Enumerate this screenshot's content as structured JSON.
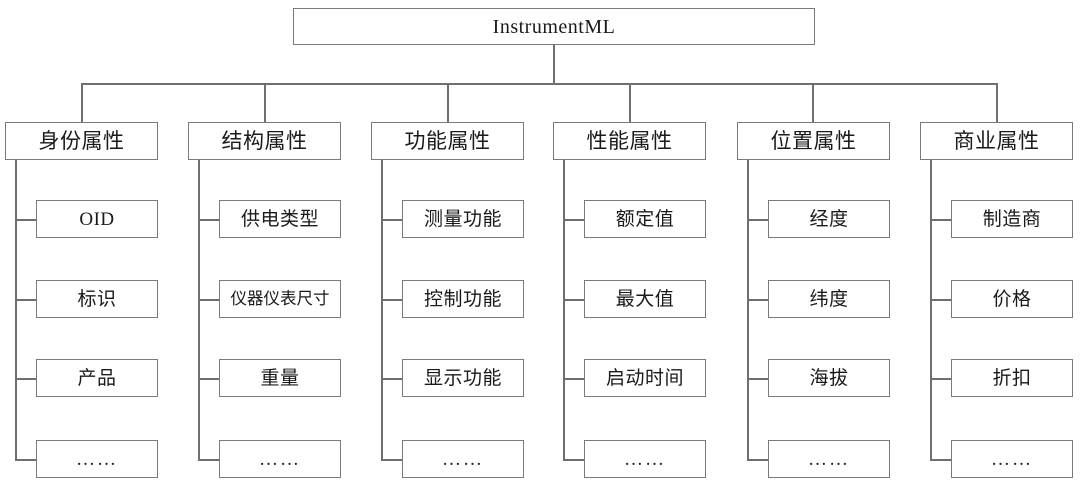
{
  "diagram": {
    "title": "InstrumentML",
    "type": "tree",
    "root": {
      "label": "InstrumentML"
    },
    "branches": [
      {
        "label": "身份属性",
        "children": [
          {
            "label": "OID"
          },
          {
            "label": "标识"
          },
          {
            "label": "产品"
          },
          {
            "label": "……"
          }
        ]
      },
      {
        "label": "结构属性",
        "children": [
          {
            "label": "供电类型"
          },
          {
            "label": "仪器仪表尺寸"
          },
          {
            "label": "重量"
          },
          {
            "label": "……"
          }
        ]
      },
      {
        "label": "功能属性",
        "children": [
          {
            "label": "测量功能"
          },
          {
            "label": "控制功能"
          },
          {
            "label": "显示功能"
          },
          {
            "label": "……"
          }
        ]
      },
      {
        "label": "性能属性",
        "children": [
          {
            "label": "额定值"
          },
          {
            "label": "最大值"
          },
          {
            "label": "启动时间"
          },
          {
            "label": "……"
          }
        ]
      },
      {
        "label": "位置属性",
        "children": [
          {
            "label": "经度"
          },
          {
            "label": "纬度"
          },
          {
            "label": "海拔"
          },
          {
            "label": "……"
          }
        ]
      },
      {
        "label": "商业属性",
        "children": [
          {
            "label": "制造商"
          },
          {
            "label": "价格"
          },
          {
            "label": "折扣"
          },
          {
            "label": "……"
          }
        ]
      }
    ],
    "colors": {
      "box_border": "#7a7a7a",
      "connector": "#6f6f6f",
      "background": "#ffffff",
      "text": "#1a1a1a"
    }
  }
}
